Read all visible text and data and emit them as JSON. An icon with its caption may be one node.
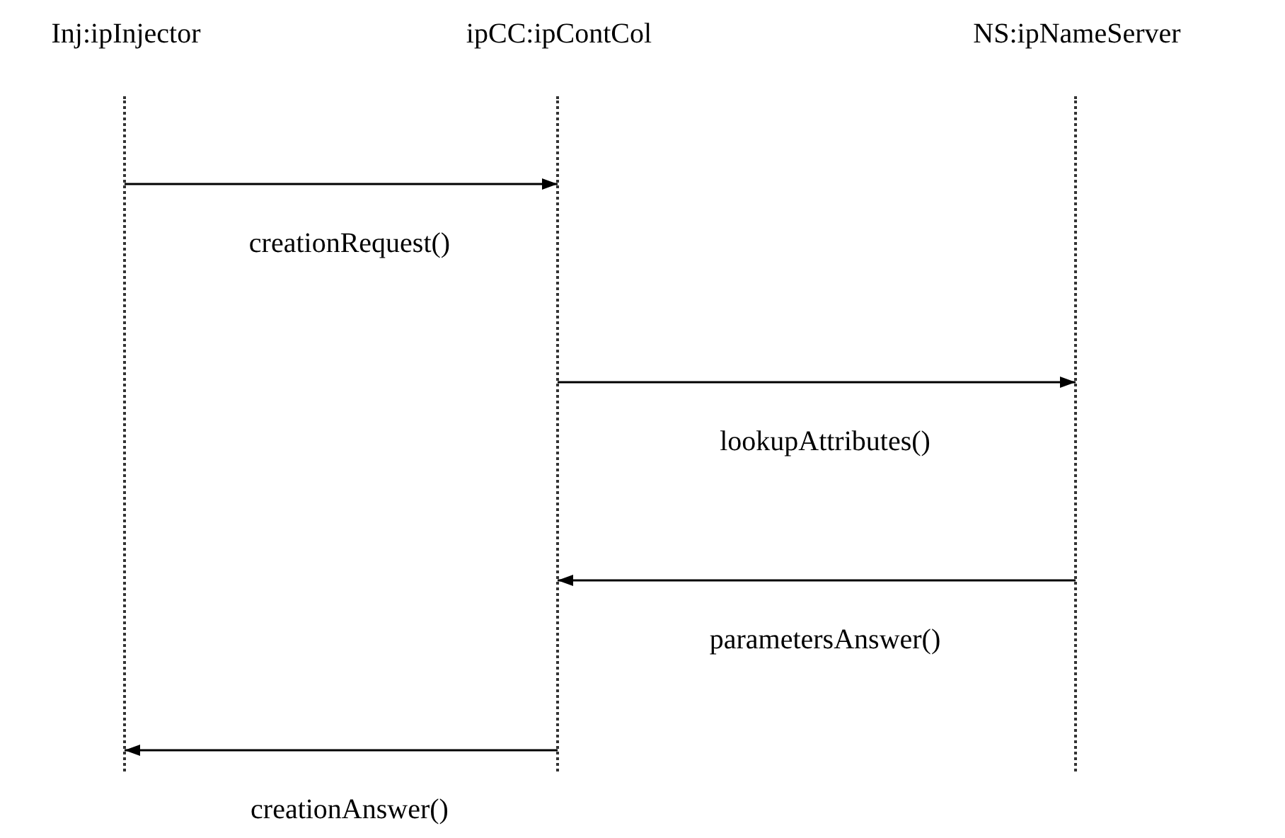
{
  "diagram": {
    "nodes": [
      {
        "text": [
          "Inj:ipInjector"
        ]
      },
      {
        "text": [
          "ipCC:ipContCol"
        ]
      },
      {
        "text": [
          "NS:ipNameServer"
        ]
      }
    ],
    "edges": [
      {
        "from": 0,
        "to": 1,
        "arrow": "to",
        "label": "creationRequest()"
      },
      {
        "from": 1,
        "to": 2,
        "arrow": "to",
        "label": "lookupAttributes()"
      },
      {
        "from": 2,
        "to": 1,
        "arrow": "to",
        "label": "parametersAnswer()"
      },
      {
        "from": 1,
        "to": 0,
        "arrow": "to",
        "label": "creationAnswer()"
      }
    ]
  }
}
